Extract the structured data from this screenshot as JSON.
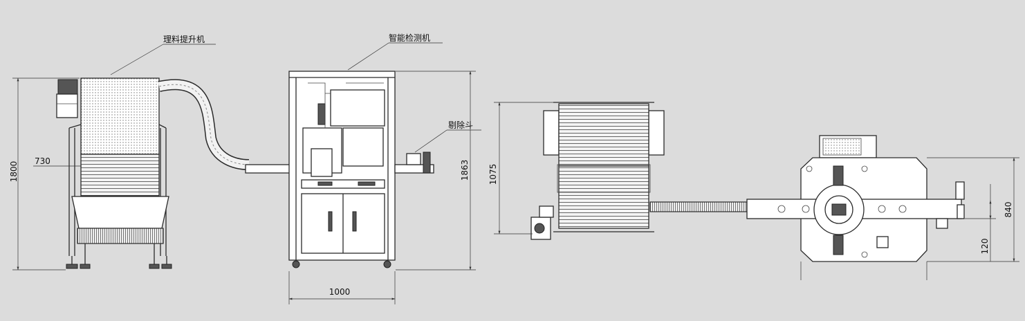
{
  "labels": {
    "feeder": "理料提升机",
    "inspector": "智能检测机",
    "reject_bin": "剔除斗"
  },
  "dimensions": {
    "feeder_height": "1800",
    "feeder_mark": "730",
    "inspector_height": "1863",
    "inspector_width": "1000",
    "top_view_depth": "1075",
    "top_view_width": "840",
    "top_view_offset": "120"
  }
}
